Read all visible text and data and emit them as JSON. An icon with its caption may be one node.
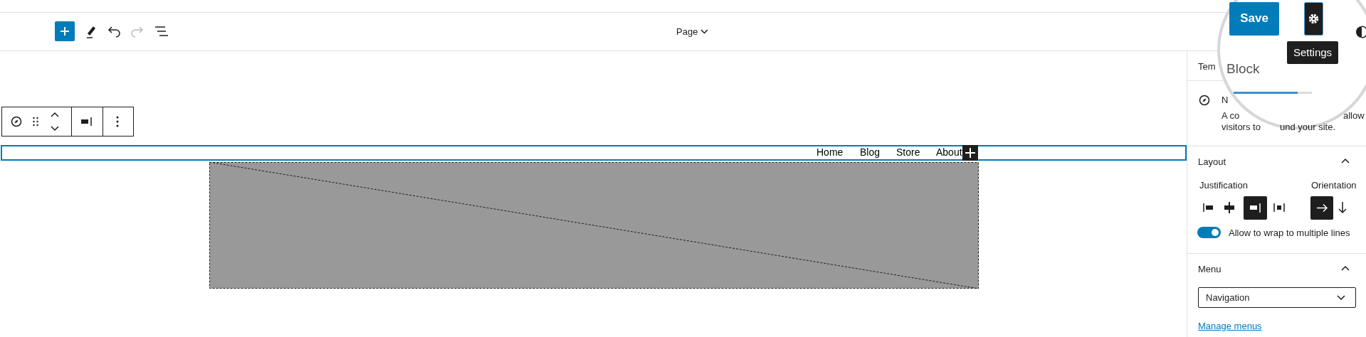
{
  "diagram": {
    "labels": [
      "Save",
      "Settings",
      "Page",
      "Tem",
      "Block",
      "N",
      "A co",
      "allow",
      "visitors to",
      "und your site.",
      "Home",
      "Blog",
      "Store",
      "About",
      "Layout",
      "Justification",
      "Orientation",
      "Allow to wrap to multiple lines",
      "Menu",
      "Navigation",
      "Manage menus"
    ]
  }
}
